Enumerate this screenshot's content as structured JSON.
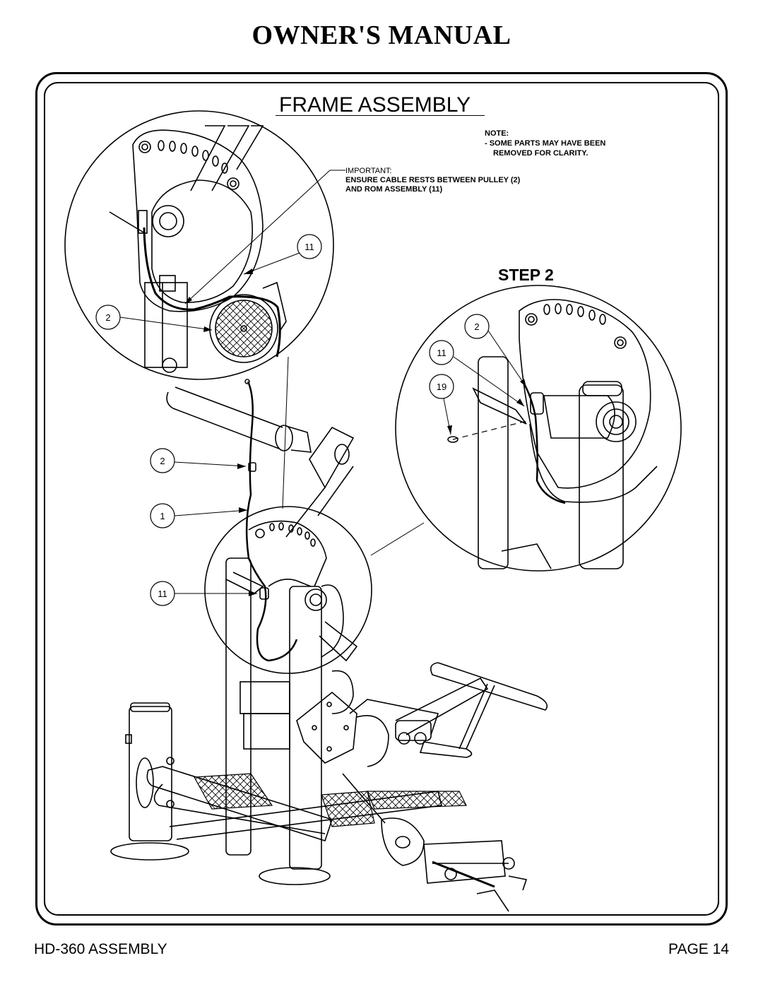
{
  "header": {
    "title": "OWNER'S MANUAL"
  },
  "section": {
    "title": "FRAME ASSEMBLY",
    "step": "STEP 2"
  },
  "note": {
    "heading": "NOTE:",
    "line1": "-  SOME PARTS MAY HAVE BEEN",
    "line2": "REMOVED FOR CLARITY."
  },
  "important": {
    "heading": "IMPORTANT:",
    "line1": "ENSURE CABLE RESTS BETWEEN PULLEY (2)",
    "line2": "AND ROM ASSEMBLY (11)"
  },
  "callouts": {
    "top_circle": [
      "11",
      "2"
    ],
    "right_circle": [
      "2",
      "11",
      "19"
    ],
    "main": [
      "2",
      "1",
      "11"
    ]
  },
  "footer": {
    "left": "HD-360 ASSEMBLY",
    "right": "PAGE 14"
  }
}
